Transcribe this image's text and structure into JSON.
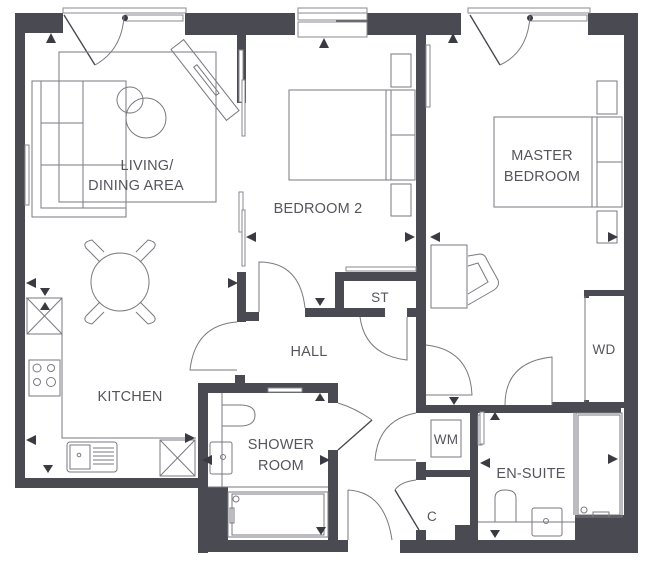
{
  "plan": {
    "colors": {
      "wall": "#4a4a52",
      "line": "#7a7a80",
      "background": "#ffffff"
    },
    "rooms": [
      {
        "id": "living",
        "lines": [
          "LIVING/",
          "DINING AREA"
        ]
      },
      {
        "id": "bedroom2",
        "lines": [
          "BEDROOM 2"
        ]
      },
      {
        "id": "master",
        "lines": [
          "MASTER",
          "BEDROOM"
        ]
      },
      {
        "id": "kitchen",
        "lines": [
          "KITCHEN"
        ]
      },
      {
        "id": "hall",
        "lines": [
          "HALL"
        ]
      },
      {
        "id": "store",
        "lines": [
          "ST"
        ]
      },
      {
        "id": "shower",
        "lines": [
          "SHOWER",
          "ROOM"
        ]
      },
      {
        "id": "ensuite",
        "lines": [
          "EN-SUITE"
        ]
      },
      {
        "id": "wardrobe",
        "lines": [
          "WD"
        ]
      },
      {
        "id": "washer",
        "lines": [
          "WM"
        ]
      },
      {
        "id": "cupboard",
        "lines": [
          "C"
        ]
      }
    ],
    "icons": [
      "triangle-marker-icon",
      "door-swing-icon",
      "window-icon",
      "bed-icon",
      "sofa-icon",
      "dining-table-icon",
      "hob-icon",
      "sink-icon",
      "toilet-icon",
      "shower-tray-icon",
      "desk-chair-icon"
    ]
  }
}
